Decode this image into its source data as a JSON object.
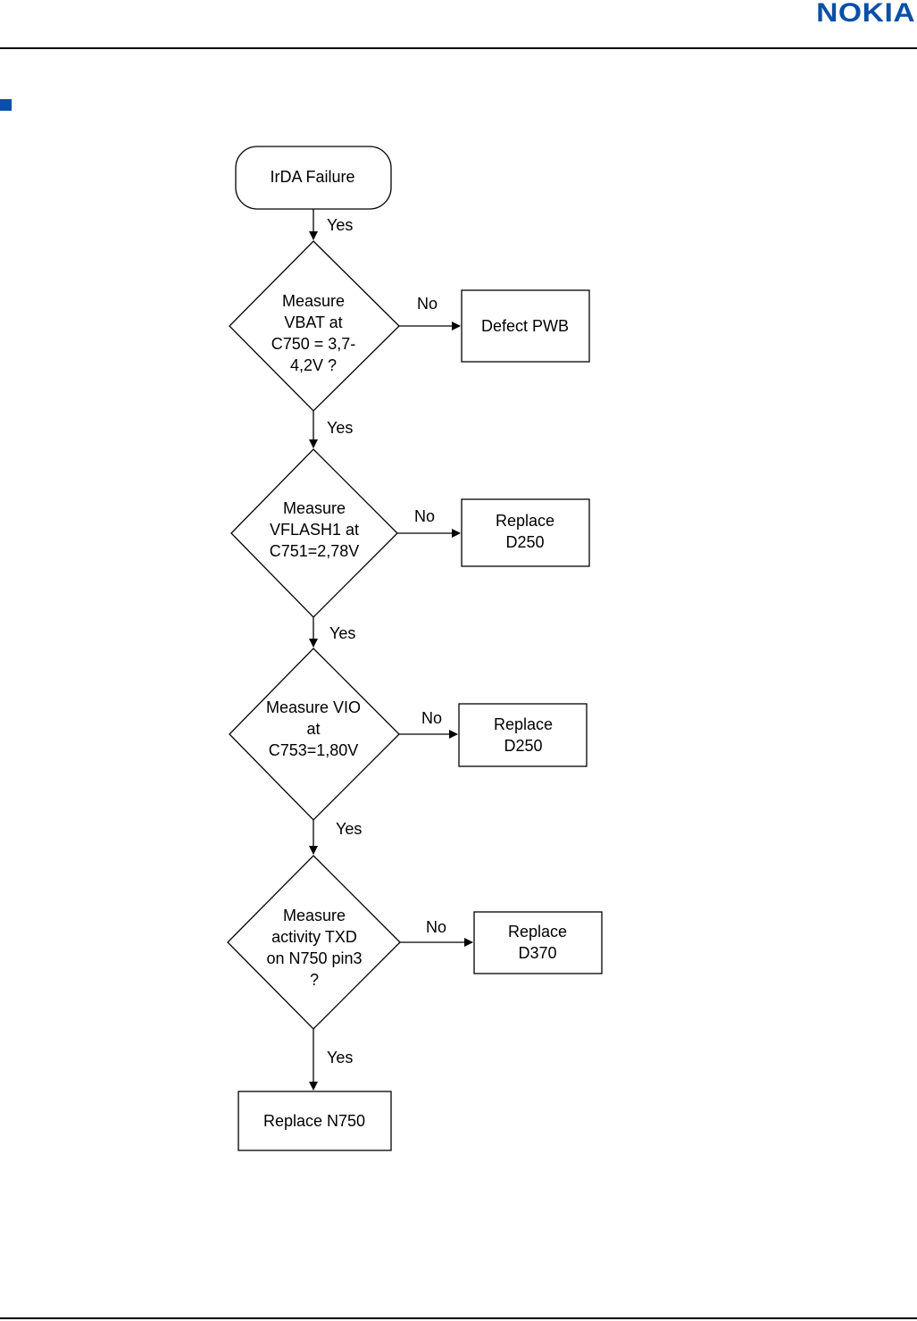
{
  "header": {
    "logo_text": "NOKIA",
    "brand_color": "#0a4fa8"
  },
  "flowchart": {
    "start": "IrDA Failure",
    "decisions": [
      [
        "Measure",
        "VBAT at",
        "C750 = 3,7-",
        "4,2V ?"
      ],
      [
        "Measure",
        "VFLASH1 at",
        "C751=2,78V"
      ],
      [
        "Measure VIO",
        "at",
        "C753=1,80V"
      ],
      [
        "Measure",
        "activity  TXD",
        "on N750 pin3",
        "?"
      ]
    ],
    "no_actions": [
      [
        "Defect PWB"
      ],
      [
        "Replace",
        "D250"
      ],
      [
        "Replace",
        "D250"
      ],
      [
        "Replace",
        "D370"
      ]
    ],
    "final_action": "Replace N750",
    "yes_label": "Yes",
    "no_label": "No"
  }
}
